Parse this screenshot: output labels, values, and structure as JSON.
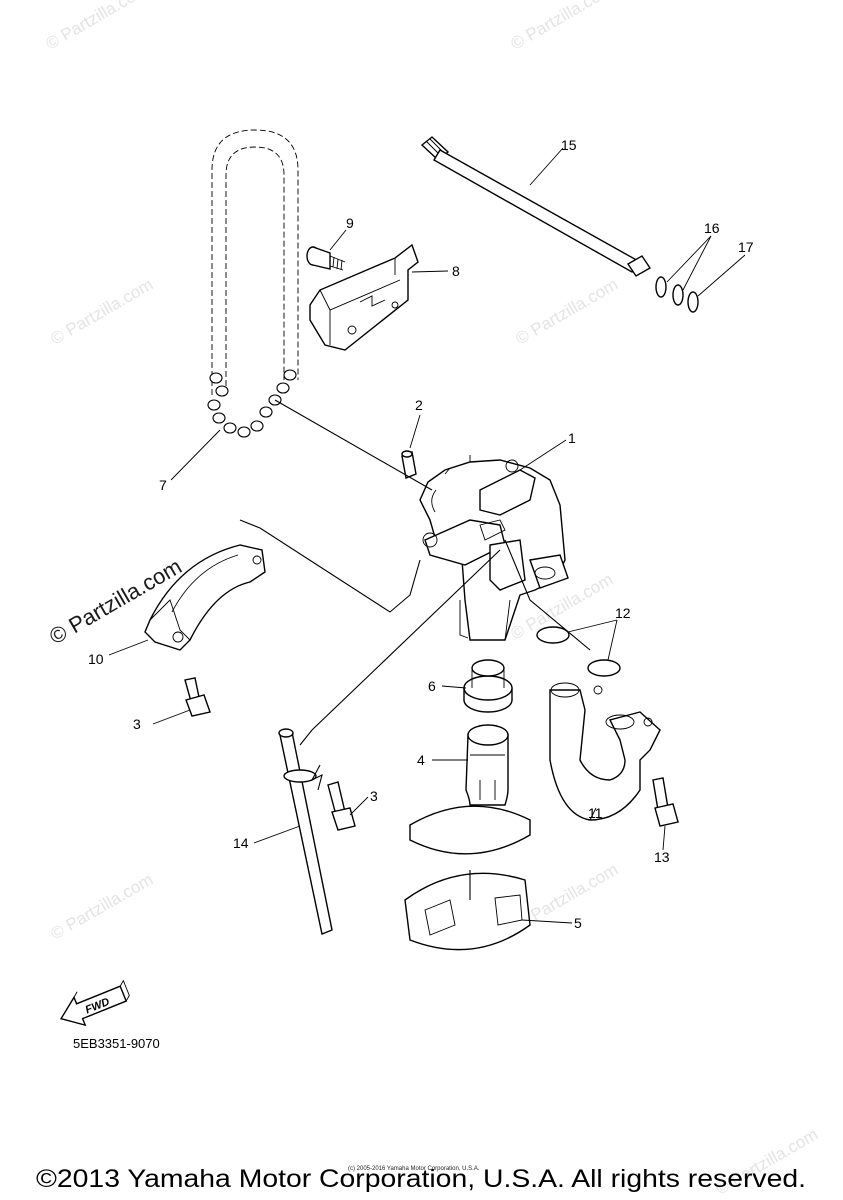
{
  "watermarks": {
    "small_text": "© Partzilla.com",
    "large_text": "© Partzilla.com"
  },
  "callouts": {
    "p1": "1",
    "p2": "2",
    "p3a": "3",
    "p3b": "3",
    "p4": "4",
    "p5": "5",
    "p6": "6",
    "p7": "7",
    "p8": "8",
    "p9": "9",
    "p10": "10",
    "p11": "11",
    "p12": "12",
    "p13": "13",
    "p14": "14",
    "p15": "15",
    "p16": "16",
    "p17": "17"
  },
  "fwd_label": "FWD",
  "diagram_code": "5EB3351-9070",
  "fine_print": "(c) 2005-2016 Yamaha Motor Corporation, U.S.A.",
  "copyright": "©2013 Yamaha Motor Corporation, U.S.A. All rights reserved."
}
